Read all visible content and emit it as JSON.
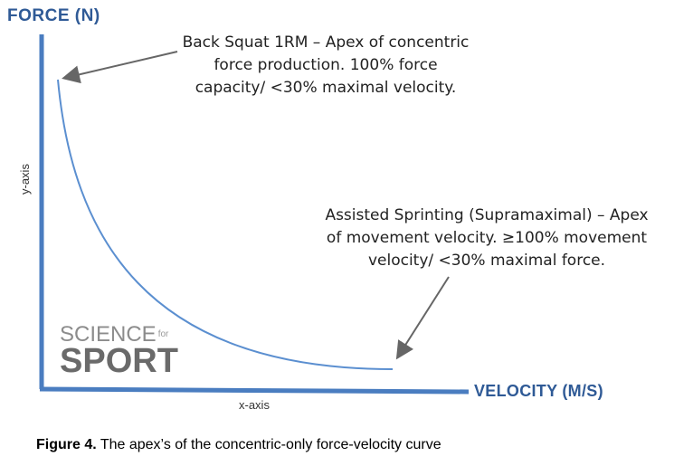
{
  "y_axis": {
    "title": "FORCE (N)",
    "label": "y-axis"
  },
  "x_axis": {
    "title": "VELOCITY (M/S)",
    "label": "x-axis"
  },
  "annotations": {
    "top": [
      "Back Squat 1RM – Apex of concentric",
      "force production. 100% force",
      "capacity/ <30% maximal velocity."
    ],
    "bottom": [
      "Assisted Sprinting (Supramaximal) – Apex",
      "of movement velocity. ≥100% movement",
      "velocity/ <30% maximal force."
    ]
  },
  "logo": {
    "line1": "SCIENCE",
    "for": "for",
    "line2": "SPORT"
  },
  "caption": {
    "label": "Figure 4.",
    "text": " The apex’s of the concentric-only force-velocity curve"
  },
  "colors": {
    "axis": "#4a7dc0",
    "curve": "#5b8fd0",
    "title": "#2f5a96",
    "arrow": "#666666"
  }
}
